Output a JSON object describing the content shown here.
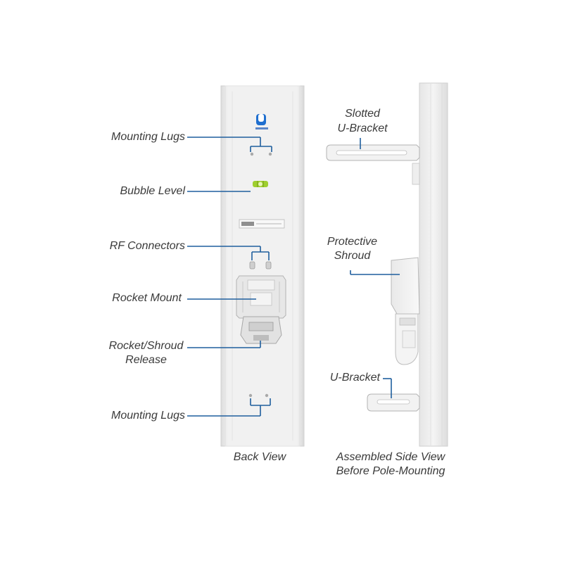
{
  "back_view": {
    "caption": "Back View",
    "callouts": {
      "mounting_lugs_top": "Mounting Lugs",
      "bubble_level": "Bubble Level",
      "rf_connectors": "RF Connectors",
      "rocket_mount": "Rocket Mount",
      "shroud_release_line1": "Rocket/Shroud",
      "shroud_release_line2": "Release",
      "mounting_lugs_bottom": "Mounting Lugs"
    }
  },
  "side_view": {
    "caption_line1": "Assembled Side View",
    "caption_line2": "Before Pole-Mounting",
    "callouts": {
      "slotted_line1": "Slotted",
      "slotted_line2": "U-Bracket",
      "shroud_line1": "Protective",
      "shroud_line2": "Shroud",
      "u_bracket": "U-Bracket"
    }
  },
  "colors": {
    "leader_line": "#1f5f9e",
    "panel_face": "#ededed",
    "panel_edge": "#d6d6d6",
    "brand_logo": "#1f6fcf",
    "bubble_level": "#9fcf2f"
  }
}
